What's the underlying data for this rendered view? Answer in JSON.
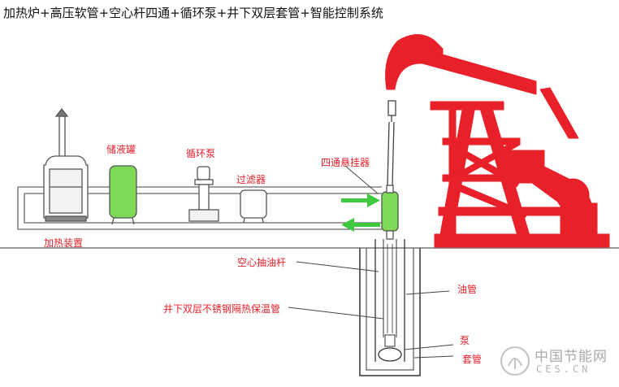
{
  "title": "加热炉+高压软管+空心杆四通+循环泵+井下双层套管+智能控制系统",
  "labels": {
    "heater": "加热装置",
    "storage_tank": "储液罐",
    "circ_pump": "循环泵",
    "filter": "过滤器",
    "four_way_hanger": "四通悬挂器",
    "hollow_rod": "空心抽油杆",
    "insulated_pipe": "井下双层不锈钢隔热保温管",
    "tubing": "油管",
    "pump": "泵",
    "casing": "套管"
  },
  "watermark": {
    "cn": "中国节能网",
    "en": "CES.CN"
  },
  "colors": {
    "label_red": "#e8202a",
    "pumpjack_red": "#e8202a",
    "tank_green": "#7ed957",
    "arrow_green": "#3ec93e",
    "outline": "#555555"
  }
}
